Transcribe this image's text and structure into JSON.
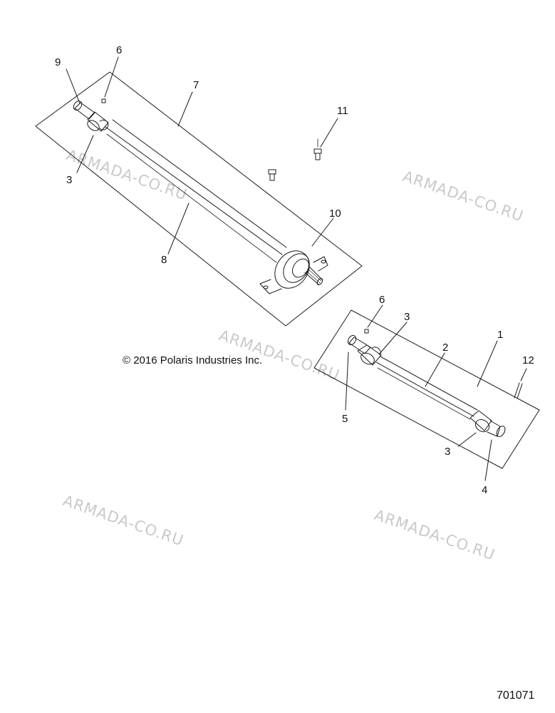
{
  "copyright": "© 2016 Polaris Industries Inc.",
  "figure_number": "701071",
  "watermark_text": "ARMADA-CO.RU",
  "callouts": {
    "c1": "1",
    "c2": "2",
    "c3a": "3",
    "c3b": "3",
    "c3c": "3",
    "c4": "4",
    "c5": "5",
    "c6a": "6",
    "c6b": "6",
    "c7": "7",
    "c8": "8",
    "c9": "9",
    "c10": "10",
    "c11": "11",
    "c12": "12"
  },
  "colors": {
    "line": "#1a1a1a",
    "watermark": "#c9c9c9"
  }
}
